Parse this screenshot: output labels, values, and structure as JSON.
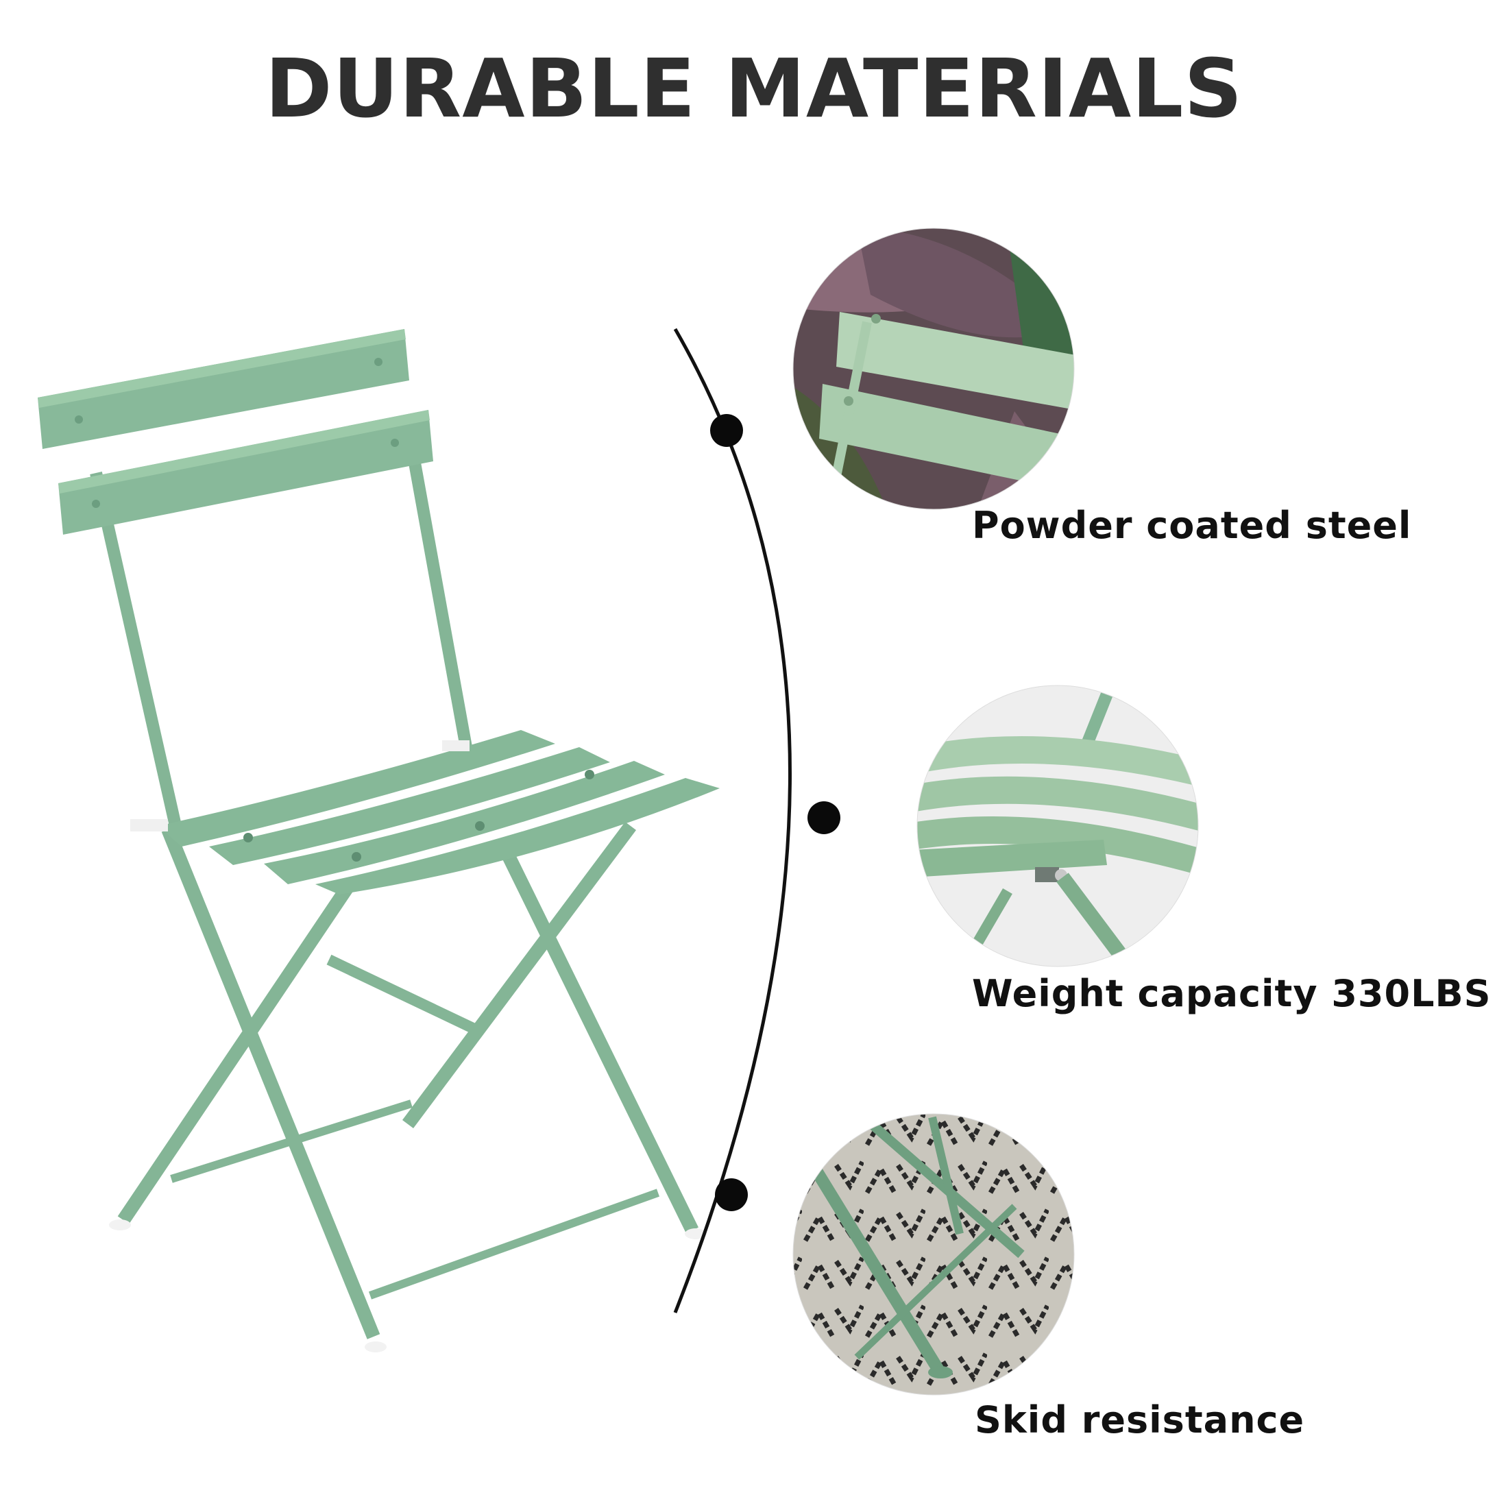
{
  "title": "DURABLE MATERIALS",
  "features": [
    {
      "label": "Powder coated steel",
      "detail": "backrest-slats"
    },
    {
      "label": "Weight capacity 330LBS",
      "detail": "seat-hinge"
    },
    {
      "label": "Skid resistance",
      "detail": "foot-on-rug"
    }
  ],
  "colors": {
    "chair_green": "#84b596",
    "chair_green_dark": "#6c9e80",
    "title": "#2f2f2f",
    "line": "#111111"
  }
}
